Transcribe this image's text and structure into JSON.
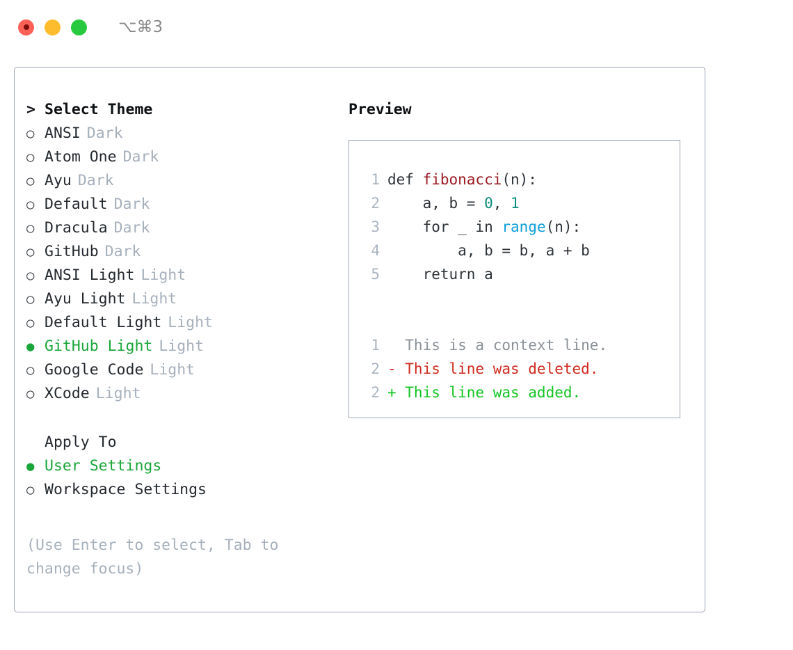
{
  "titlebar": {
    "shortcut": "⌥⌘3",
    "lights": [
      {
        "name": "close",
        "color": "#fc6158"
      },
      {
        "name": "minimize",
        "color": "#fdbc2e"
      },
      {
        "name": "maximize",
        "color": "#28c93f"
      }
    ]
  },
  "theme_section": {
    "caret": ">",
    "heading": "Select Theme",
    "items": [
      {
        "marker": "○",
        "name": "ANSI",
        "kind": "Dark",
        "selected": false
      },
      {
        "marker": "○",
        "name": "Atom One",
        "kind": "Dark",
        "selected": false
      },
      {
        "marker": "○",
        "name": "Ayu",
        "kind": "Dark",
        "selected": false
      },
      {
        "marker": "○",
        "name": "Default",
        "kind": "Dark",
        "selected": false
      },
      {
        "marker": "○",
        "name": "Dracula",
        "kind": "Dark",
        "selected": false
      },
      {
        "marker": "○",
        "name": "GitHub",
        "kind": "Dark",
        "selected": false
      },
      {
        "marker": "○",
        "name": "ANSI Light",
        "kind": "Light",
        "selected": false
      },
      {
        "marker": "○",
        "name": "Ayu Light",
        "kind": "Light",
        "selected": false
      },
      {
        "marker": "○",
        "name": "Default Light",
        "kind": "Light",
        "selected": false
      },
      {
        "marker": "●",
        "name": "GitHub Light",
        "kind": "Light",
        "selected": true
      },
      {
        "marker": "○",
        "name": "Google Code",
        "kind": "Light",
        "selected": false
      },
      {
        "marker": "○",
        "name": "XCode",
        "kind": "Light",
        "selected": false
      }
    ]
  },
  "apply_section": {
    "heading": "Apply To",
    "items": [
      {
        "marker": "●",
        "name": "User Settings",
        "selected": true
      },
      {
        "marker": "○",
        "name": "Workspace Settings",
        "selected": false
      }
    ]
  },
  "hint": "(Use Enter to select, Tab to change focus)",
  "preview": {
    "title": "Preview",
    "code_lines": [
      {
        "no": "1",
        "tokens": [
          {
            "t": "def ",
            "c": "code-text"
          },
          {
            "t": "fibonacci",
            "c": "tok-fn"
          },
          {
            "t": "(n):",
            "c": "code-text"
          }
        ]
      },
      {
        "no": "2",
        "tokens": [
          {
            "t": "    a, b = ",
            "c": "code-text"
          },
          {
            "t": "0",
            "c": "tok-num"
          },
          {
            "t": ", ",
            "c": "code-text"
          },
          {
            "t": "1",
            "c": "tok-num"
          }
        ]
      },
      {
        "no": "3",
        "tokens": [
          {
            "t": "    for _ in ",
            "c": "code-text"
          },
          {
            "t": "range",
            "c": "tok-call"
          },
          {
            "t": "(n):",
            "c": "code-text"
          }
        ]
      },
      {
        "no": "4",
        "tokens": [
          {
            "t": "        a, b = b, a + b",
            "c": "code-text"
          }
        ]
      },
      {
        "no": "5",
        "tokens": [
          {
            "t": "    return a",
            "c": "code-text"
          }
        ]
      }
    ],
    "diff_lines": [
      {
        "no": "1",
        "text": "  This is a context line.",
        "cls": "diff-ctx"
      },
      {
        "no": "2",
        "text": "- This line was deleted.",
        "cls": "diff-del"
      },
      {
        "no": "2",
        "text": "+ This line was added.",
        "cls": "diff-add"
      }
    ]
  },
  "colors": {
    "accent_green": "#1aa63a",
    "muted": "#a6b0bb",
    "border": "#9aa5b1",
    "diff_add": "#12c421",
    "diff_del": "#cf2b1f"
  }
}
